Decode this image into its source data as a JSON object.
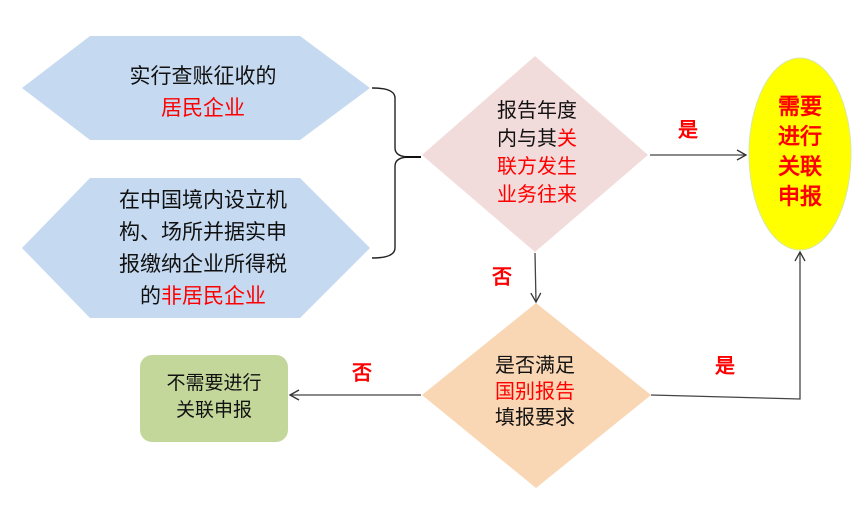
{
  "nodes": {
    "resident": {
      "line1": "实行查账征收的",
      "line2_red": "居民企业"
    },
    "nonresident": {
      "line1": "在中国境内设立机",
      "line2": "构、场所并据实申",
      "line3": "报缴纳企业所得税",
      "line4_black": "的",
      "line4_red": "非居民企业"
    },
    "decision1": {
      "line1": "报告年度",
      "line2_black": "内与其",
      "line2_red": "关",
      "line3_red": "联方发生",
      "line4_red": "业务往来"
    },
    "decision2": {
      "line1": "是否满足",
      "line2_red": "国别报告",
      "line3": "填报要求"
    },
    "need_report": {
      "line1": "需要",
      "line2": "进行",
      "line3": "关联",
      "line4": "申报"
    },
    "no_report": {
      "line1": "不需要进行",
      "line2": "关联申报"
    }
  },
  "edges": {
    "d1_yes": "是",
    "d1_no": "否",
    "d2_yes": "是",
    "d2_no": "否"
  },
  "colors": {
    "hexagon": "#c5d9f1",
    "decision1": "#f2dcdb",
    "decision2": "#fad7b4",
    "ellipse": "#ffff00",
    "no_report": "#c4d79b",
    "accent": "#ff0000"
  }
}
